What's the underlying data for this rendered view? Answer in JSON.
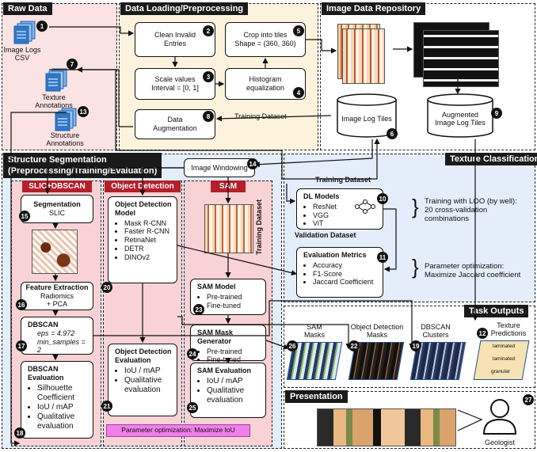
{
  "panels": {
    "raw_data": "Raw Data",
    "data_loading": "Data Loading/Preprocessing",
    "image_repo": "Image Data Repository",
    "structure_seg_1": "Structure Segmentation",
    "structure_seg_2": "(Preprocessing/Training/Evaluation)",
    "texture_class": "Texture Classification",
    "task_outputs": "Task Outputs",
    "presentation": "Presentation"
  },
  "subpanels": {
    "slic_dbscan": "SLIC+DBSCAN",
    "object_detection": "Object Detection",
    "sam": "SAM"
  },
  "raw": {
    "image_logs": "Image Logs",
    "image_logs_2": "CSV",
    "texture_ann": "Texture",
    "texture_ann_2": "Annotations",
    "structure_ann": "Structure",
    "structure_ann_2": "Annotations"
  },
  "loading": {
    "clean": "Clean Invalid",
    "clean_2": "Entries",
    "scale": "Scale values",
    "scale_2": "Interval  = [0, 1]",
    "hist": "Histogram",
    "hist_2": "equalization",
    "crop": "Crop into tiles",
    "crop_2": "Shape = (360, 360)",
    "aug": "Data",
    "aug_2": "Augmentation",
    "training_dataset": "Training Dataset"
  },
  "repo": {
    "tiles": "Image Log Tiles",
    "aug_tiles": "Augmented",
    "aug_tiles_2": "Image Log Tiles"
  },
  "seg": {
    "windowing": "Image Windowing",
    "slic_title": "Segmentation",
    "slic_sub": "SLIC",
    "feat_title": "Feature Extraction",
    "feat_1": "Radiomics",
    "feat_2": "+ PCA",
    "dbscan_title": "DBSCAN",
    "dbscan_eps": "eps = 4.972",
    "dbscan_min": "min_samples = 2",
    "dbscan_eval_title": "DBSCAN Evaluation",
    "dbscan_eval_items": [
      "Silhouette Coefficient",
      "IoU / mAP",
      "Qualitative evaluation"
    ],
    "od_model_title": "Object Detection Model",
    "od_models": [
      "Mask R-CNN",
      "Faster R-CNN",
      "RetinaNet",
      "DETR",
      "DINOv2"
    ],
    "od_eval_title": "Object Detection Evaluation",
    "od_eval_items": [
      "IoU / mAP",
      "Qualitative evaluation"
    ],
    "sam_model_title": "SAM Model",
    "sam_model_items": [
      "Pre-trained",
      "Fine-tuned"
    ],
    "sam_gen_title": "SAM Mask Generator",
    "sam_gen_items": [
      "Pre-trained",
      "Fine-tuned"
    ],
    "sam_eval_title": "SAM Evaluation",
    "sam_eval_items": [
      "IoU / mAP",
      "Qualitative evaluation"
    ],
    "training_dataset_vertical": "Training Dataset",
    "param_opt": "Parameter optimization: Maximize IoU"
  },
  "texture": {
    "training_dataset": "Training Dataset",
    "dl_title": "DL Models",
    "dl_items": [
      "ResNet",
      "VGG",
      "ViT"
    ],
    "validation_dataset": "Validation Dataset",
    "eval_title": "Evaluation Metrics",
    "eval_items": [
      "Accuracy",
      "F1-Score",
      "Jaccard Coefficient"
    ],
    "loo_1": "Training with LOO (by well):",
    "loo_2": "20 cross-validation",
    "loo_3": "combinations",
    "param_1": "Parameter optimization:",
    "param_2": "Maximize Jaccard coefficient"
  },
  "outputs": {
    "sam_masks": "SAM",
    "sam_masks_2": "Masks",
    "od_masks": "Object Detection",
    "od_masks_2": "Masks",
    "dbscan_clusters": "DBSCAN",
    "dbscan_clusters_2": "Clusters",
    "texture_pred": "Texture",
    "texture_pred_2": "Predictions",
    "tex_labels": [
      "laminated",
      "laminated",
      "granular"
    ]
  },
  "presentation": {
    "geologist": "Geologist"
  },
  "numbers": [
    "1",
    "2",
    "3",
    "4",
    "5",
    "6",
    "7",
    "8",
    "9",
    "10",
    "11",
    "12",
    "13",
    "14",
    "15",
    "16",
    "17",
    "18",
    "19",
    "20",
    "21",
    "22",
    "23",
    "24",
    "25",
    "26",
    "27"
  ],
  "colors": {
    "raw_bg": "#fbe3e3",
    "loading_bg": "#fdf3dd",
    "repo_bg": "#ffffff",
    "seg_bg": "#e4eefa",
    "sub_bg": "#f8d2d4",
    "texture_bg": "#e4eefa",
    "accent_red": "#b3202a",
    "param_opt_bg": "#ef7fe9"
  }
}
